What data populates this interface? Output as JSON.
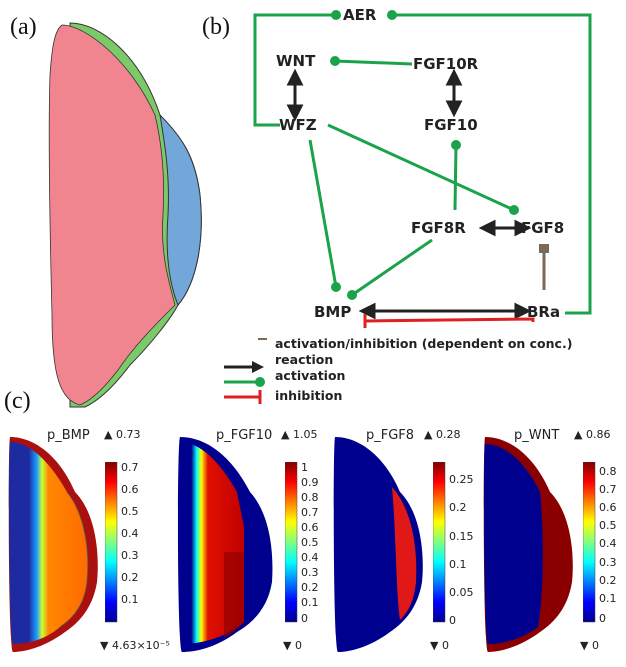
{
  "panels": {
    "a": "(a)",
    "b": "(b)",
    "c": "(c)"
  },
  "network": {
    "nodes": {
      "aer": "AER",
      "wnt": "WNT",
      "fgf10r": "FGF10R",
      "wfz": "WFZ",
      "fgf10": "FGF10",
      "fgf8r": "FGF8R",
      "fgf8": "FGF8",
      "bmp": "BMP",
      "bra": "BRa"
    },
    "legend": [
      {
        "label": "activation/inhibition (dependent on conc.)",
        "color": "#7a6a5a",
        "kind": "square"
      },
      {
        "label": "reaction",
        "color": "#222222",
        "kind": "arrow"
      },
      {
        "label": "activation",
        "color": "#1aa34a",
        "kind": "dot"
      },
      {
        "label": "inhibition",
        "color": "#e02020",
        "kind": "bar"
      }
    ]
  },
  "region_colors": {
    "main": "#f08590",
    "aer": "#7cc96a",
    "side": "#74a7d9",
    "outline": "#333333"
  },
  "plots": [
    {
      "title": "p_BMP",
      "max": "▲ 0.73",
      "min": "▼ 4.63×10⁻⁵",
      "ticks": [
        "0.7",
        "0.6",
        "0.5",
        "0.4",
        "0.3",
        "0.2",
        "0.1"
      ]
    },
    {
      "title": "p_FGF10",
      "max": "▲ 1.05",
      "min": "▼ 0",
      "ticks": [
        "1",
        "0.9",
        "0.8",
        "0.7",
        "0.6",
        "0.5",
        "0.4",
        "0.3",
        "0.2",
        "0.1",
        "0"
      ]
    },
    {
      "title": "p_FGF8",
      "max": "▲ 0.28",
      "min": "▼ 0",
      "ticks": [
        "0.25",
        "0.2",
        "0.15",
        "0.1",
        "0.05",
        "0"
      ]
    },
    {
      "title": "p_WNT",
      "max": "▲ 0.86",
      "min": "▼ 0",
      "ticks": [
        "0.8",
        "0.7",
        "0.6",
        "0.5",
        "0.4",
        "0.3",
        "0.2",
        "0.1",
        "0"
      ]
    }
  ]
}
